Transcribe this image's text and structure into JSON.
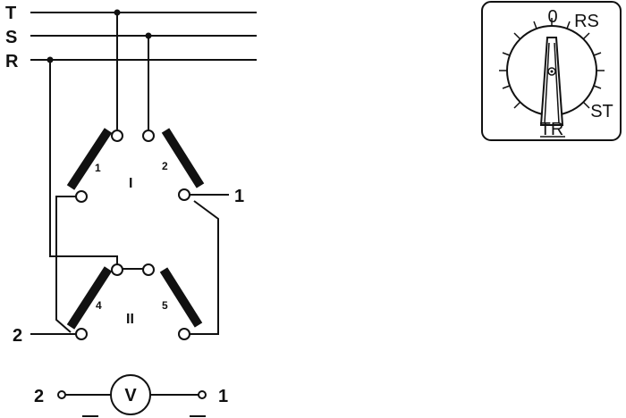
{
  "schematic": {
    "phase_labels": [
      "T",
      "S",
      "R"
    ],
    "contact_numbers": [
      "1",
      "2",
      "4",
      "5"
    ],
    "group_labels": [
      "I",
      "II"
    ],
    "output_labels": {
      "right": "1",
      "left": "2"
    }
  },
  "voltmeter": {
    "symbol": "V",
    "left_terminal": "2",
    "right_terminal": "1"
  },
  "selector": {
    "positions": [
      "0",
      "RS",
      "ST",
      "TR"
    ]
  }
}
